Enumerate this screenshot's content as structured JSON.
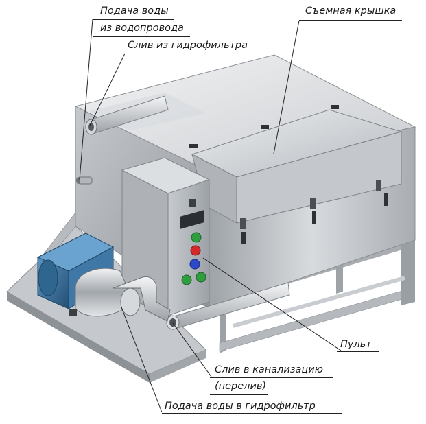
{
  "labels": {
    "water_supply_line1": "Подача воды",
    "water_supply_line2": "из водопровода",
    "hydrofilter_drain": "Слив из гидрофильтра",
    "removable_lid": "Съемная крышка",
    "control_panel": "Пульт",
    "sewer_drain_line1": "Слив в канализацию",
    "sewer_drain_line2": "(перелив)",
    "hydrofilter_supply": "Подача воды в гидрофильтр"
  },
  "colors": {
    "steel_light": "#e6e8ea",
    "steel_mid": "#b9bdc1",
    "steel_dark": "#7d8287",
    "pump_motor": "#3f78a6",
    "button_green": "#2f9e3f",
    "button_red": "#d42a2a",
    "button_blue": "#2c49c9",
    "display": "#2b2f33"
  }
}
